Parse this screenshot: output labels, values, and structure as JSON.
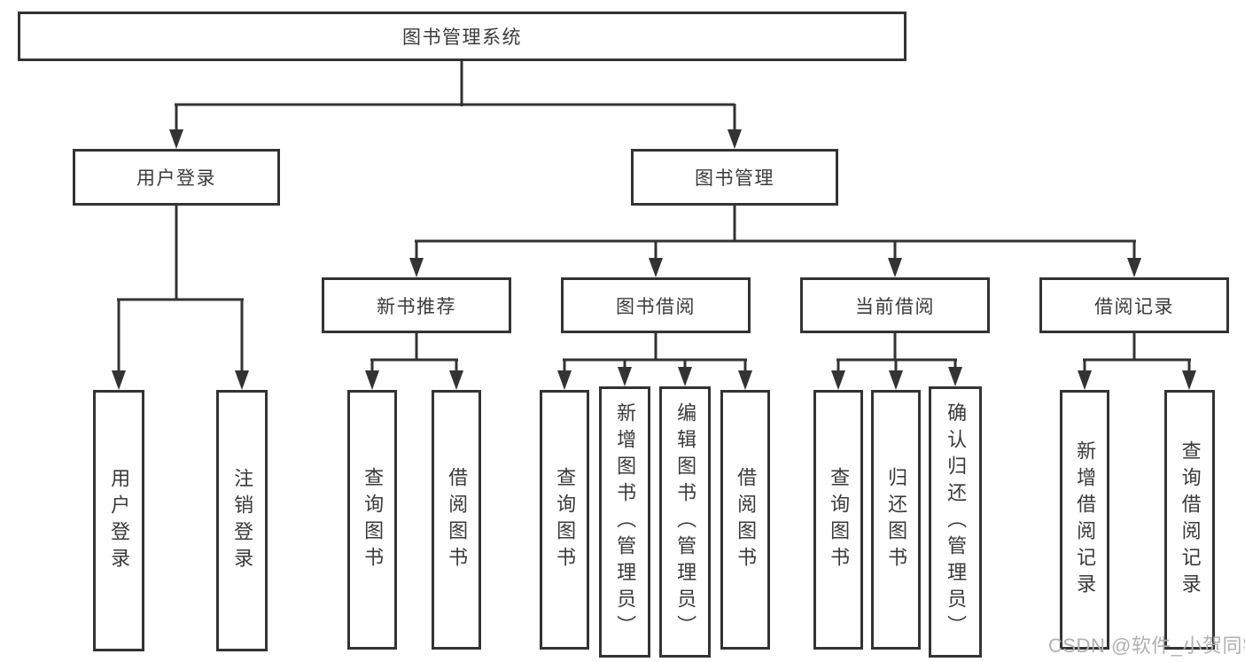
{
  "diagram": {
    "type": "hierarchy-tree",
    "tree": {
      "root": {
        "label": "图书管理系统"
      },
      "branches": [
        {
          "label": "用户登录",
          "leaves": [
            {
              "label": "用户登录"
            },
            {
              "label": "注销登录"
            }
          ]
        },
        {
          "label": "图书管理",
          "groups": [
            {
              "label": "新书推荐",
              "leaves": [
                {
                  "label": "查询图书"
                },
                {
                  "label": "借阅图书"
                }
              ]
            },
            {
              "label": "图书借阅",
              "leaves": [
                {
                  "label": "查询图书"
                },
                {
                  "label": "新增图书（管理员）"
                },
                {
                  "label": "编辑图书（管理员）"
                },
                {
                  "label": "借阅图书"
                }
              ]
            },
            {
              "label": "当前借阅",
              "leaves": [
                {
                  "label": "查询图书"
                },
                {
                  "label": "归还图书"
                },
                {
                  "label": "确认归还（管理员）"
                }
              ]
            },
            {
              "label": "借阅记录",
              "leaves": [
                {
                  "label": "新增借阅记录"
                },
                {
                  "label": "查询借阅记录"
                }
              ]
            }
          ]
        }
      ]
    },
    "colors": {
      "line": "#333333",
      "box_border": "#333333",
      "text": "#3a3a3a",
      "watermark": "#b0b0b0",
      "background": "#ffffff"
    }
  },
  "watermark": {
    "text": "CSDN @软件_小贺同学"
  }
}
